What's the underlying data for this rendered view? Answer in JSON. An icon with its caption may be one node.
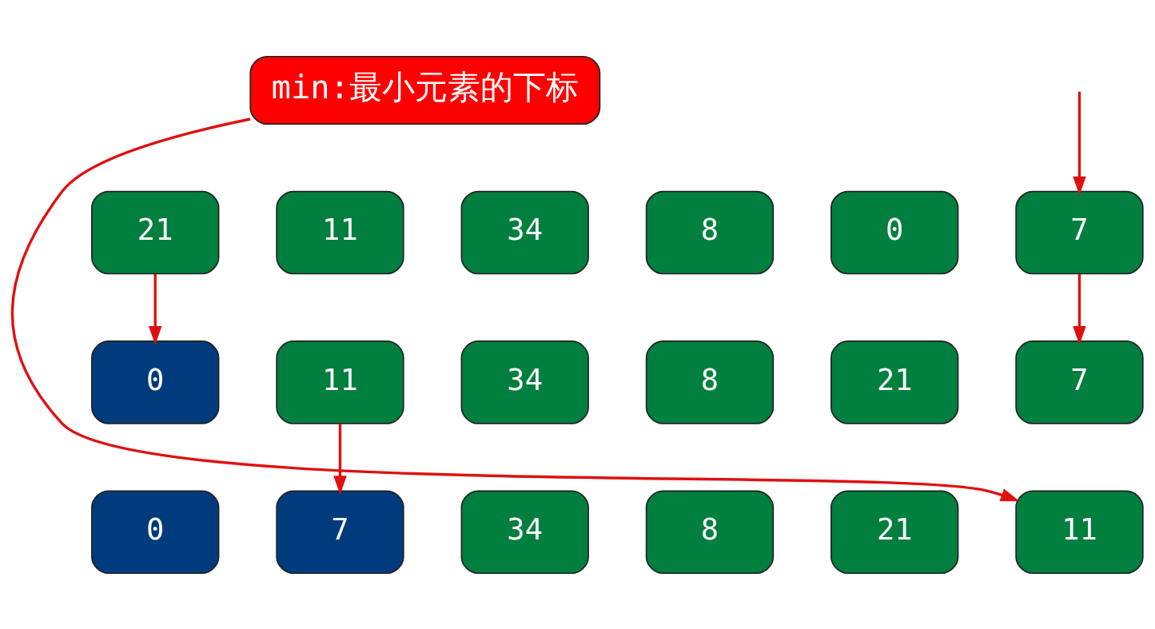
{
  "diagram": {
    "nodes": [
      {
        "text": [
          "min:最小元素的下标"
        ]
      },
      {
        "text": [
          "21"
        ]
      },
      {
        "text": [
          "11"
        ]
      },
      {
        "text": [
          "34"
        ]
      },
      {
        "text": [
          "8"
        ]
      },
      {
        "text": [
          "0"
        ]
      },
      {
        "text": [
          "7"
        ]
      },
      {
        "text": [
          "0"
        ]
      },
      {
        "text": [
          "11"
        ]
      },
      {
        "text": [
          "34"
        ]
      },
      {
        "text": [
          "8"
        ]
      },
      {
        "text": [
          "21"
        ]
      },
      {
        "text": [
          "7"
        ]
      },
      {
        "text": [
          "0"
        ]
      },
      {
        "text": [
          "7"
        ]
      },
      {
        "text": [
          "34"
        ]
      },
      {
        "text": [
          "8"
        ]
      },
      {
        "text": [
          "21"
        ]
      },
      {
        "text": [
          "11"
        ]
      }
    ],
    "edges": [
      {
        "from": 0,
        "to": 18,
        "arrow": "to"
      },
      {
        "from": null,
        "to": 6,
        "arrow": "to"
      },
      {
        "from": 1,
        "to": 7,
        "arrow": "to"
      },
      {
        "from": 6,
        "to": 12,
        "arrow": "to"
      },
      {
        "from": 8,
        "to": 14,
        "arrow": "to"
      }
    ]
  }
}
